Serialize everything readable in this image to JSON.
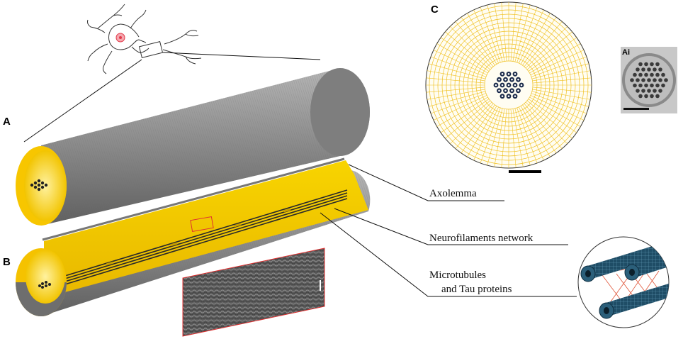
{
  "panels": {
    "a": "A",
    "b": "B",
    "c": "C",
    "ai": "Ai"
  },
  "callouts": {
    "axolemma": "Axolemma",
    "neurofilaments": "Neurofilaments network",
    "microtubules_line1": "Microtubules",
    "microtubules_line2": "and Tau proteins"
  },
  "colors": {
    "cylinder_gray": "#8a8a8a",
    "cylinder_dark": "#5e5e5e",
    "fill_yellow": "#f5c800",
    "mesh_yellow": "#f2cf3a",
    "microtubule_teal": "#1f4d66",
    "tau_red": "#e0563a",
    "neuron_red": "#e23a4a"
  }
}
